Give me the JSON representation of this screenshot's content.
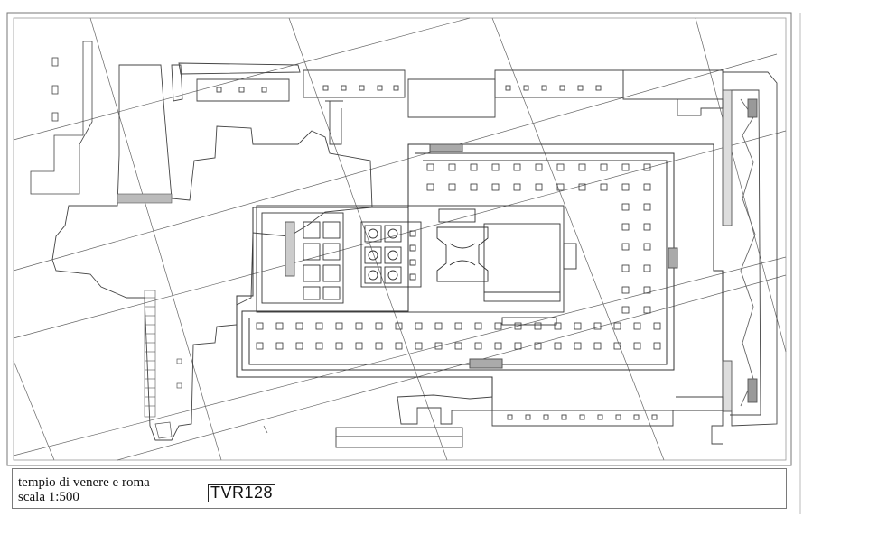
{
  "drawing": {
    "title": "tempio di venere e roma",
    "scale": "scala 1:500",
    "code": "TVR128"
  },
  "colors": {
    "ink": "#333333",
    "paper": "#ffffff",
    "hatch": "#555555"
  }
}
